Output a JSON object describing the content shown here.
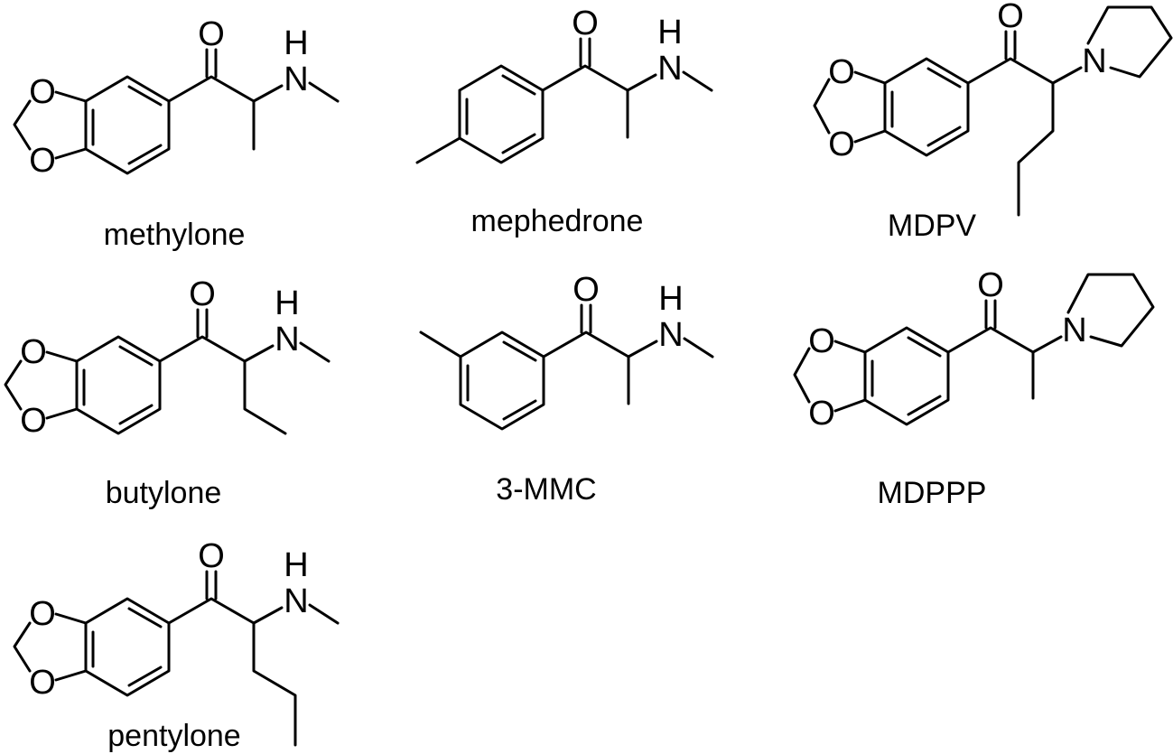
{
  "colors": {
    "ink": "#000000",
    "background": "#ffffff"
  },
  "molecules": [
    {
      "name": "methylone"
    },
    {
      "name": "mephedrone"
    },
    {
      "name": "MDPV"
    },
    {
      "name": "butylone"
    },
    {
      "name": "3-MMC"
    },
    {
      "name": "MDPPP"
    },
    {
      "name": "pentylone"
    }
  ],
  "atoms": {
    "oxygen": "O",
    "nitrogen": "N",
    "hydrogen": "H"
  }
}
